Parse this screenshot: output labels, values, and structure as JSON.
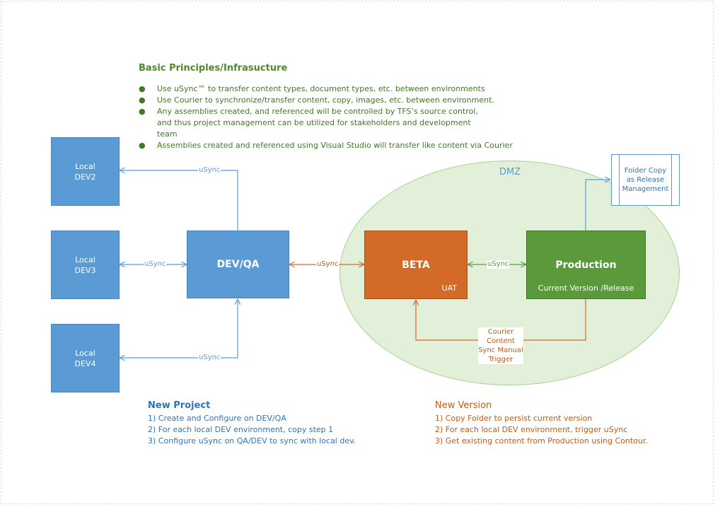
{
  "colors": {
    "blue": "#5b9bd5",
    "orange": "#d46a28",
    "green": "#5b9a3a",
    "dmz_fill": "#e2efd9",
    "text_green": "#3e7a23",
    "text_blue": "#2e75b6",
    "text_orange": "#c55a11"
  },
  "principles": {
    "title": "Basic Principles/Infrasucture",
    "bullet": "●",
    "items": [
      "Use uSync™ to transfer content types, document types, etc. between environments",
      "Use Courier to synchronize/transfer content, copy, images, etc. between environment.",
      "Any assemblies created, and referenced will be controlled by TFS’s source control, and thus project management can be utilized for stakeholders and development team",
      "Assemblies created and referenced using Visual Studio will transfer like content via Courier"
    ]
  },
  "nodes": {
    "dev2": {
      "line1": "Local",
      "line2": "DEV2"
    },
    "dev3": {
      "line1": "Local",
      "line2": "DEV3"
    },
    "dev4": {
      "line1": "Local",
      "line2": "DEV4"
    },
    "devqa": "DEV/QA",
    "beta": "BETA",
    "beta_sub": "UAT",
    "prod": "Production",
    "prod_sub": "Current Version /Release",
    "release": "Folder Copy as Release Management",
    "dmz": "DMZ"
  },
  "connectors": {
    "usync": "uSync",
    "courier_note": "Courier Content Sync Manual Trigger"
  },
  "new_project": {
    "title": "New Project",
    "steps": [
      "1) Create and Configure on DEV/QA",
      "2) For each local DEV environment, copy step 1",
      "3) Configure uSync on QA/DEV to sync with local dev."
    ]
  },
  "new_version": {
    "title": "New Version",
    "steps": [
      "1) Copy Folder to persist current version",
      "2) For each local DEV environment, trigger uSync",
      "3) Get existing content from Production using Contour."
    ]
  }
}
